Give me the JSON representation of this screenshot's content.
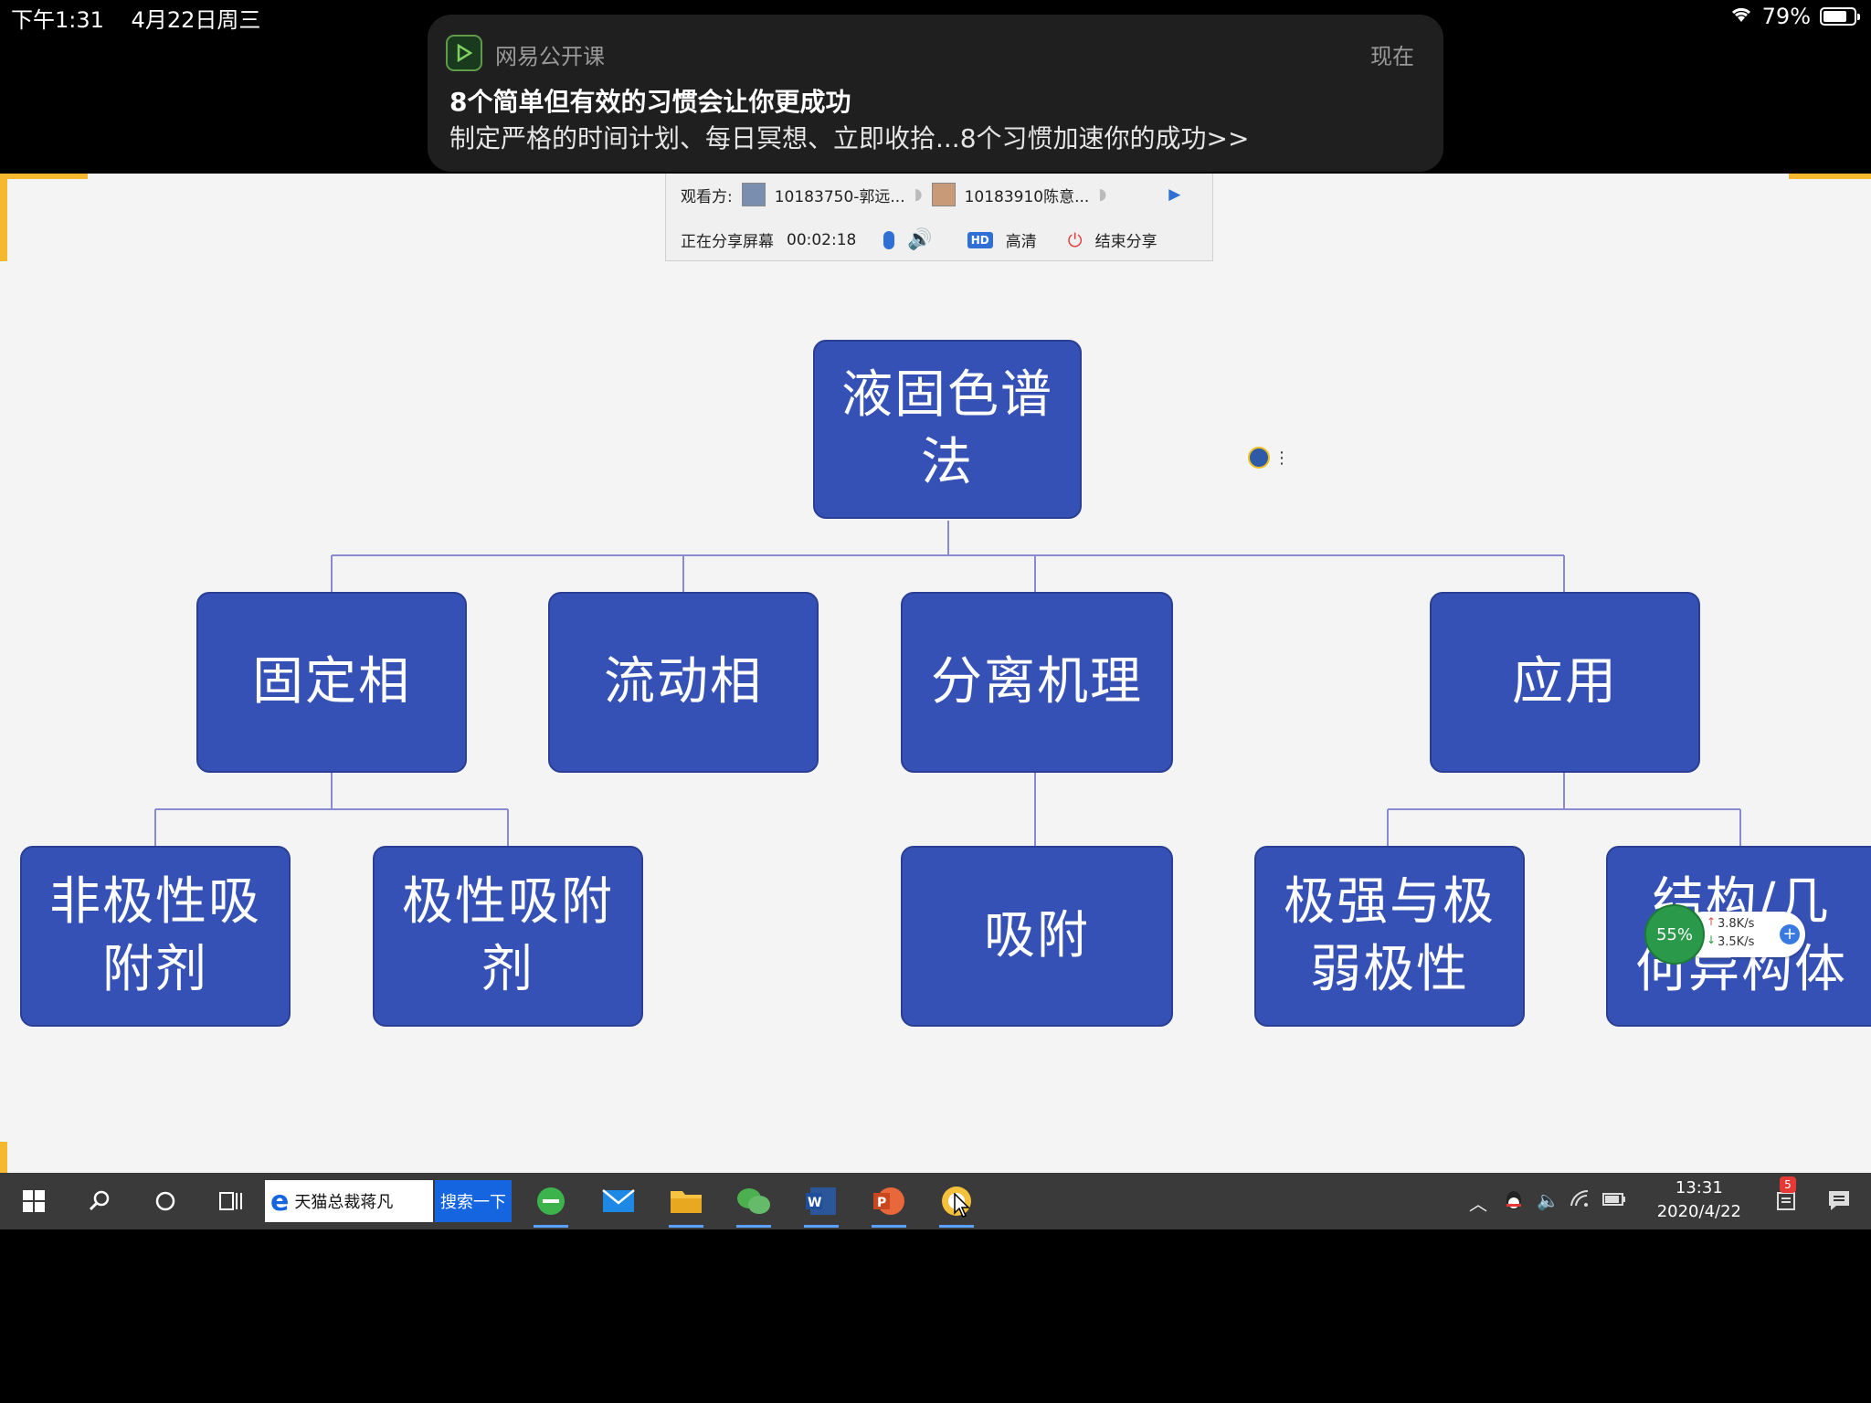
{
  "status_bar": {
    "time": "下午1:31",
    "date": "4月22日周三",
    "battery": "79%",
    "battery_level": 0.79
  },
  "notification": {
    "app_name": "网易公开课",
    "time": "现在",
    "title": "8个简单但有效的习惯会让你更成功",
    "body": "制定严格的时间计划、每日冥想、立即收拾...8个习惯加速你的成功>>"
  },
  "share_toolbar": {
    "viewers_label": "观看方:",
    "viewer1": "10183750-郭远...",
    "viewer2": "10183910陈意...",
    "sharing_label": "正在分享屏幕",
    "duration": "00:02:18",
    "hd_badge": "HD",
    "hd_label": "高清",
    "end_label": "结束分享"
  },
  "mindmap": {
    "root": "液固色谱法",
    "level1": [
      "固定相",
      "流动相",
      "分离机理",
      "应用"
    ],
    "level2": [
      "非极性吸附剂",
      "极性吸附剂",
      "吸附",
      "极强与极弱极性",
      "结构/几何异构体"
    ]
  },
  "float_ball": {
    "percent": "55%",
    "upload": "3.8K/s",
    "download": "3.5K/s"
  },
  "taskbar": {
    "search_text": "天猫总裁蒋凡",
    "search_button": "搜索一下",
    "clock_time": "13:31",
    "clock_date": "2020/4/22",
    "notification_count": "5"
  }
}
